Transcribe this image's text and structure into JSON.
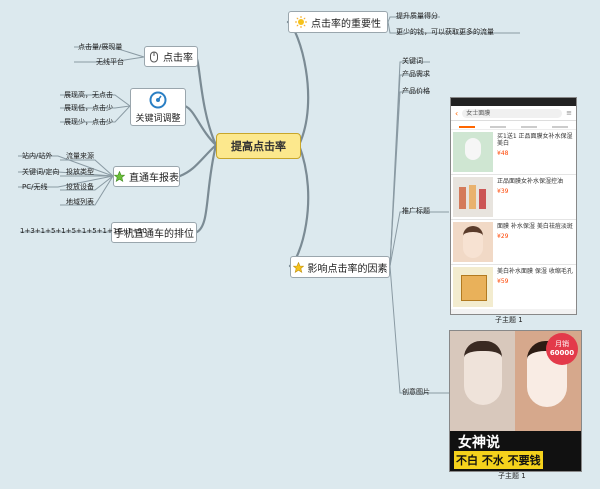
{
  "center": "提高点击率",
  "branches": {
    "ctr": "点击率",
    "keyword_adjust": "关键词调整",
    "report": "直通车报表",
    "rank": "手机直通车的排位",
    "importance": "点击率的重要性",
    "factors": "影响点击率的因素"
  },
  "ctr_leaves": [
    "点击量/展现量",
    "无线平台"
  ],
  "keyword_leaves": [
    "展现高，无点击",
    "展现低，点击少",
    "展现少，点击少"
  ],
  "report_left": [
    "站内/站外",
    "关键词/定向",
    "PC/无线"
  ],
  "report_right": [
    "流量来源",
    "投放类型",
    "投放设备",
    "地域列表"
  ],
  "rank_formula": "1+3+1+5+1+5+1+5+1+10+1+10",
  "importance_leaves": [
    "提升质量得分",
    "更少的钱，可以获取更多的流量"
  ],
  "factor_leaves": [
    "关键词",
    "产品需求",
    "产品价格",
    "推广标题",
    "创意图片"
  ],
  "subtopic_1": "子主题 1",
  "subtopic_2": "子主题 1",
  "phone": {
    "search": "女士面膜",
    "items": [
      {
        "title": "买1送1 正品面膜女补水保湿美白",
        "price": "¥48"
      },
      {
        "title": "正品面膜女补水保湿控油",
        "price": "¥39"
      },
      {
        "title": "面膜 补水保湿 美白祛痘淡斑",
        "price": "¥29"
      },
      {
        "title": "美白补水面膜 保湿 收缩毛孔",
        "price": "¥59"
      }
    ]
  },
  "ad": {
    "badge_top": "月销",
    "badge_num": "60000",
    "headline": "女神说",
    "slogan": "不白 不水 不要钱"
  }
}
